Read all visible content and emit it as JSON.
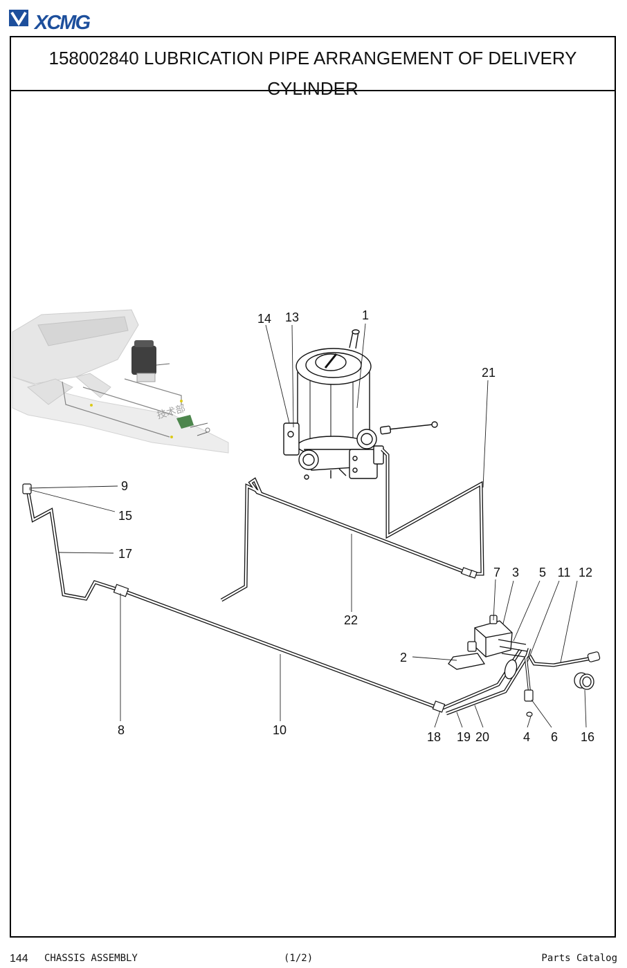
{
  "header": {
    "brand": "XCMG"
  },
  "title": {
    "line1": "158002840 LUBRICATION PIPE ARRANGEMENT OF DELIVERY",
    "line2": "CYLINDER"
  },
  "inset_watermark": "技术部",
  "callouts": {
    "c1": "1",
    "c2": "2",
    "c3": "3",
    "c4": "4",
    "c5": "5",
    "c6": "6",
    "c7": "7",
    "c8": "8",
    "c9": "9",
    "c10": "10",
    "c11": "11",
    "c12": "12",
    "c13": "13",
    "c14": "14",
    "c15": "15",
    "c16": "16",
    "c17": "17",
    "c18": "18",
    "c19": "19",
    "c20": "20",
    "c21": "21",
    "c22": "22"
  },
  "footer": {
    "page_number": "144",
    "section": "CHASSIS ASSEMBLY",
    "sheet": "(1/2)",
    "catalog": "Parts Catalog"
  }
}
